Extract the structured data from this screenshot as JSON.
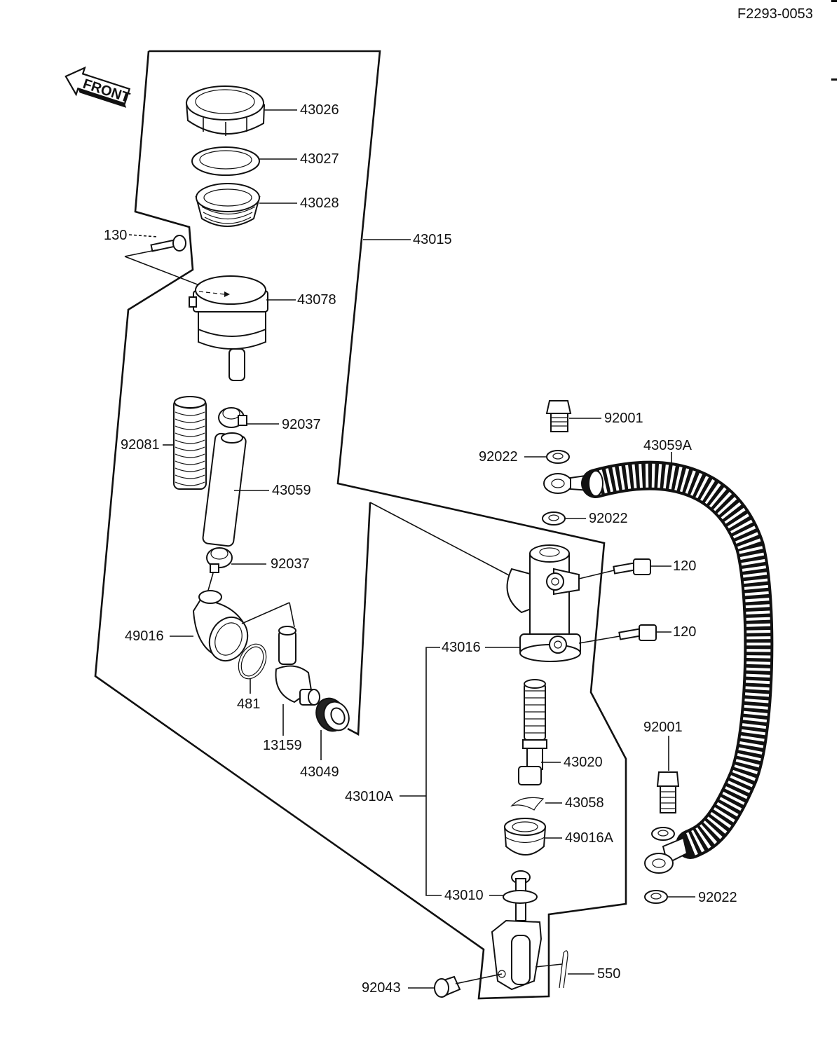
{
  "figure_code": "F2293-0053",
  "front_label": "FRONT",
  "parts": {
    "p43026": "43026",
    "p43027": "43027",
    "p43028": "43028",
    "p43015": "43015",
    "p130": "130",
    "p43078": "43078",
    "p92037a": "92037",
    "p92081": "92081",
    "p43059": "43059",
    "p92037b": "92037",
    "p49016": "49016",
    "p481": "481",
    "p13159": "13159",
    "p43049": "43049",
    "p92001a": "92001",
    "p43059a": "43059A",
    "p92022a": "92022",
    "p92022b": "92022",
    "p120a": "120",
    "p120b": "120",
    "p43016": "43016",
    "p43020": "43020",
    "p43058": "43058",
    "p43010a": "43010A",
    "p49016a": "49016A",
    "p43010": "43010",
    "p92001b": "92001",
    "p92022c": "92022",
    "p92043": "92043",
    "p550": "550"
  }
}
